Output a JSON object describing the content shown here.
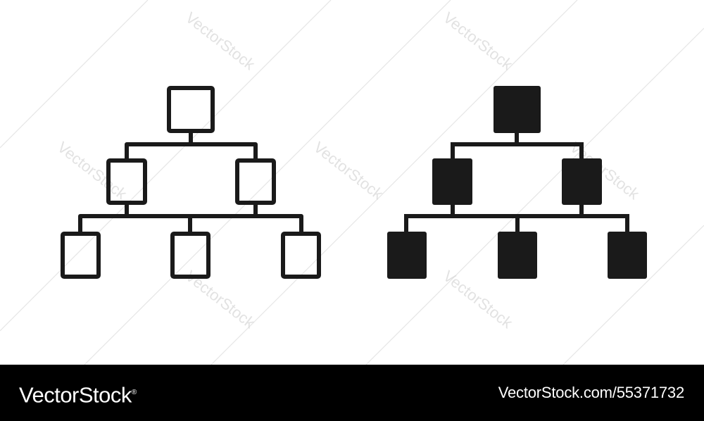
{
  "watermark": {
    "text": "VectorStock",
    "color": "#d9d9d9"
  },
  "icons": [
    {
      "name": "outline-hierarchy-icon",
      "style": "outline",
      "color": "#1a1a1a"
    },
    {
      "name": "filled-hierarchy-icon",
      "style": "filled",
      "color": "#1a1a1a"
    }
  ],
  "footer": {
    "brand": "VectorStock",
    "brand_mark": "®",
    "image_id": "VectorStock.com/55371732",
    "background": "#000000",
    "text_color": "#ffffff"
  }
}
